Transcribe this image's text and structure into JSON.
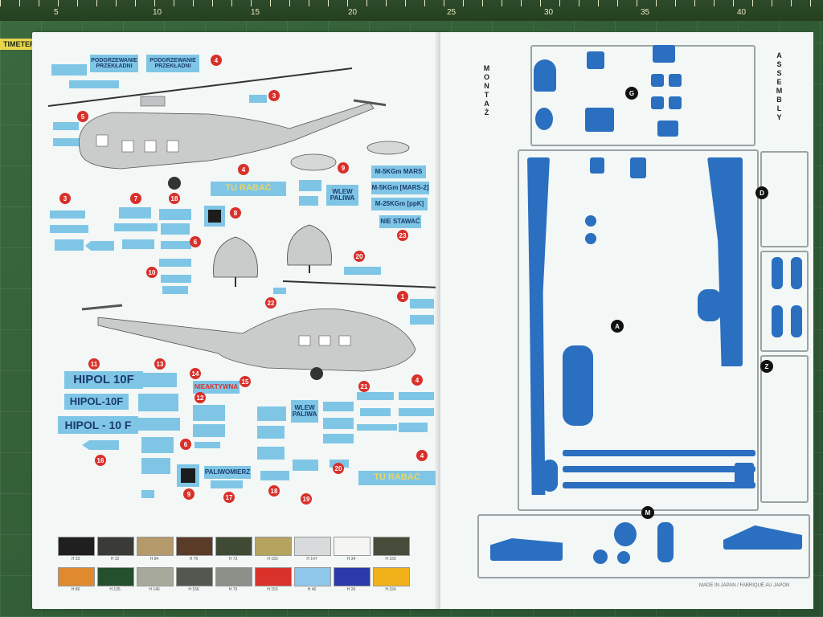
{
  "ruler": {
    "label": "TIMETER",
    "numbers": [
      "5",
      "10",
      "15",
      "20",
      "25",
      "30",
      "35",
      "40"
    ]
  },
  "left_page": {
    "decals": [
      {
        "id": "d1",
        "text": "PODGRZEWANIE PRZEKŁADNI"
      },
      {
        "id": "d2",
        "text": "PODGRZEWANIE PRZEKŁADNI"
      },
      {
        "id": "d3",
        "text": "HIPOL 10F"
      },
      {
        "id": "d4",
        "text": "HIPOL-10F"
      },
      {
        "id": "d5",
        "text": "HIPOL - 10 F"
      },
      {
        "id": "d6",
        "text": "TU RABAĆ"
      },
      {
        "id": "d7",
        "text": "TU RABAĆ"
      },
      {
        "id": "d8",
        "text": "WLEW PALIWA"
      },
      {
        "id": "d9",
        "text": "WLEW PALIWA"
      },
      {
        "id": "d10",
        "text": "M-5KGm MARS"
      },
      {
        "id": "d11",
        "text": "M-5KGm [MARS-2]"
      },
      {
        "id": "d12",
        "text": "M-25KGm [ppK]"
      },
      {
        "id": "d13",
        "text": "NIE STAWAĆ"
      },
      {
        "id": "d14",
        "text": "NIEAKTYWNA"
      },
      {
        "id": "d15",
        "text": "PALIWOMIERZ"
      }
    ],
    "badges": [
      "4",
      "3",
      "5",
      "4",
      "3",
      "7",
      "18",
      "6",
      "8",
      "10",
      "9",
      "20",
      "23",
      "22",
      "1",
      "11",
      "13",
      "14",
      "15",
      "21",
      "4",
      "12",
      "6",
      "16",
      "9",
      "17",
      "18",
      "19",
      "20",
      "4"
    ],
    "paints_row1": [
      {
        "code": "H 33",
        "color": "#1f1f1f"
      },
      {
        "code": "H 32",
        "color": "#3a3b37"
      },
      {
        "code": "H 84",
        "color": "#b49a6a"
      },
      {
        "code": "H 76",
        "color": "#5a3b28"
      },
      {
        "code": "H 73",
        "color": "#3f4a35"
      },
      {
        "code": "H 150",
        "color": "#b5a35f"
      },
      {
        "code": "H 147",
        "color": "#d9dadb"
      },
      {
        "code": "H 34",
        "color": "#f5f5f3"
      },
      {
        "code": "H 155",
        "color": "#454d3a"
      }
    ],
    "paints_row2": [
      {
        "code": "H 86",
        "color": "#e08a2f"
      },
      {
        "code": "H 135",
        "color": "#24502e"
      },
      {
        "code": "H 146",
        "color": "#a7a99c"
      },
      {
        "code": "H 156",
        "color": "#54574f"
      },
      {
        "code": "H 79",
        "color": "#8b8f88"
      },
      {
        "code": "H 153",
        "color": "#d8322a"
      },
      {
        "code": "H 46",
        "color": "#8fc7ea"
      },
      {
        "code": "H 26",
        "color": "#2a3aa8"
      },
      {
        "code": "H 324",
        "color": "#f0b21a"
      }
    ]
  },
  "right_page": {
    "title_pl": "MONTAŻ",
    "title_en": "ASSEMBLY",
    "sprue_labels": [
      "G",
      "D",
      "A",
      "Z",
      "M"
    ],
    "footer": "MADE IN JAPAN / FABRIQUÉ AU JAPON"
  },
  "colors": {
    "decal_blue": "#7fc6e6",
    "marker_red": "#d8302a",
    "part_blue": "#2a6fc0",
    "mat_green": "#2f5a35"
  }
}
